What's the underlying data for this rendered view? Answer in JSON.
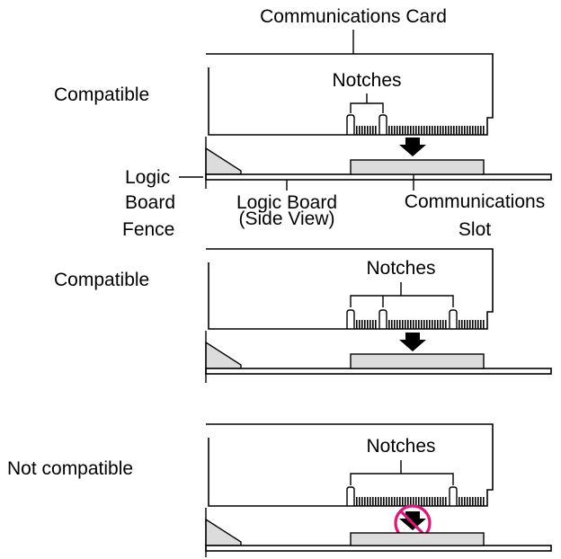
{
  "colors": {
    "slot_fill": "#dcdcdc",
    "fence_fill": "#dcdcdc",
    "prohibition": "#e0147a",
    "ink": "#000000"
  },
  "icons": [
    "down-arrow-icon",
    "no-entry-icon"
  ],
  "labels": {
    "card_title": "Communications Card",
    "fence_line1": "Logic",
    "fence_line2": "Board",
    "fence_line3": "Fence",
    "board_line1": "Logic Board",
    "board_line2": "(Side View)",
    "slot_line1": "Communications",
    "slot_line2": "Slot"
  },
  "panels": [
    {
      "status": "Compatible",
      "notches_label": "Notches"
    },
    {
      "status": "Compatible",
      "notches_label": "Notches"
    },
    {
      "status": "Not compatible",
      "notches_label": "Notches"
    }
  ]
}
